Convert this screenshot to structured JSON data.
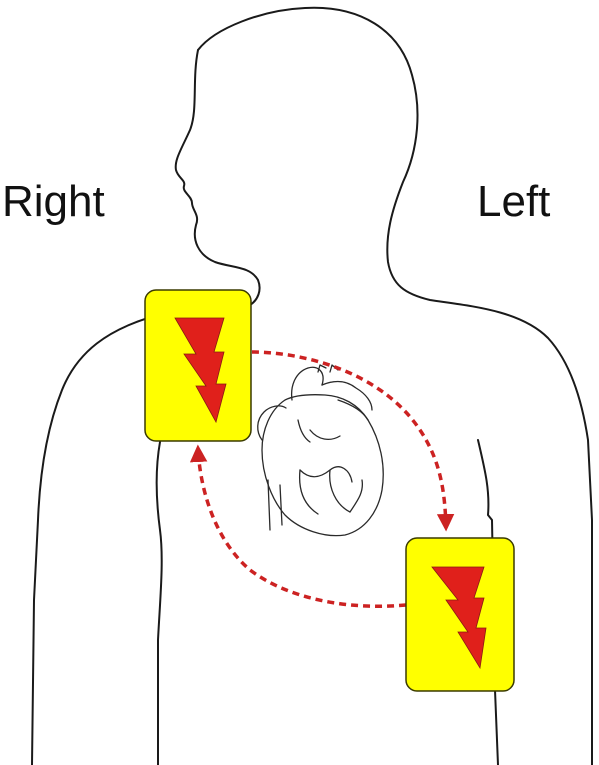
{
  "labels": {
    "right": "Right",
    "left": "Left"
  },
  "colors": {
    "outline": "#1a1a1a",
    "pad_fill": "#ffff00",
    "pad_border": "#3a3a00",
    "bolt_fill": "#e0201b",
    "arrow": "#cc2222",
    "background": "#ffffff"
  },
  "icons": {
    "pad": "electrode-pad",
    "bolt": "lightning-bolt-icon",
    "heart": "anatomical-heart"
  }
}
